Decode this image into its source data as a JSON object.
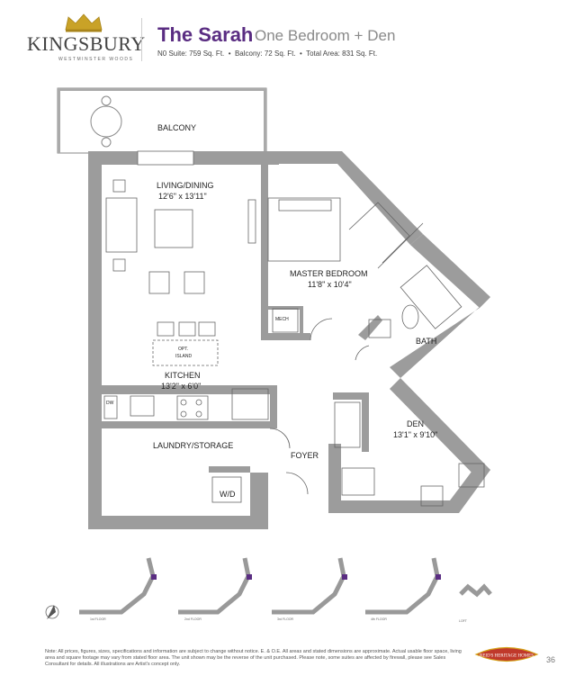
{
  "brand": {
    "name": "KINGSBURY",
    "subtitle": "WESTMINSTER WOODS"
  },
  "suite": {
    "name": "The Sarah",
    "type": "One Bedroom + Den",
    "stats": "N0 Suite: 759 Sq. Ft.  •  Balcony: 72 Sq. Ft.  •  Total Area: 831 Sq. Ft."
  },
  "rooms": {
    "balcony": "BALCONY",
    "living_name": "LIVING/DINING",
    "living_size": "12'6\" x 13'11\"",
    "master_name": "MASTER BEDROOM",
    "master_size": "11'8\" x 10'4\"",
    "mech": "MECH",
    "bath": "BATH",
    "island_line1": "OPT.",
    "island_line2": "ISLAND",
    "kitchen_name": "KITCHEN",
    "kitchen_size": "13'2\" x 6'0\"",
    "dw": "DW",
    "den_name": "DEN",
    "den_size": "13'1\" x 9'10\"",
    "laundry": "LAUNDRY/STORAGE",
    "wd": "W/D",
    "foyer": "FOYER"
  },
  "keyplan": {
    "floors": [
      "1st FLOOR",
      "2nd FLOOR",
      "3rd FLOOR",
      "4th FLOOR",
      "LOFT"
    ]
  },
  "footer": {
    "note": "Note: All prices, figures, sizes, specifications and information are subject to change without notice. E. & O.E. All areas and stated dimensions are approximate. Actual usable floor space, living area and square footage may vary from stated floor area. The unit shown may be the reverse of the unit purchased. Please note, some suites are affected by firewall, please see Sales Consultant for details. All illustrations are Artist's concept only.",
    "builder": "REID'S HERITAGE HOMES",
    "page": "36"
  },
  "colors": {
    "accent": "#5a2d82",
    "wall": "#999999",
    "crown": "#c9a227"
  }
}
